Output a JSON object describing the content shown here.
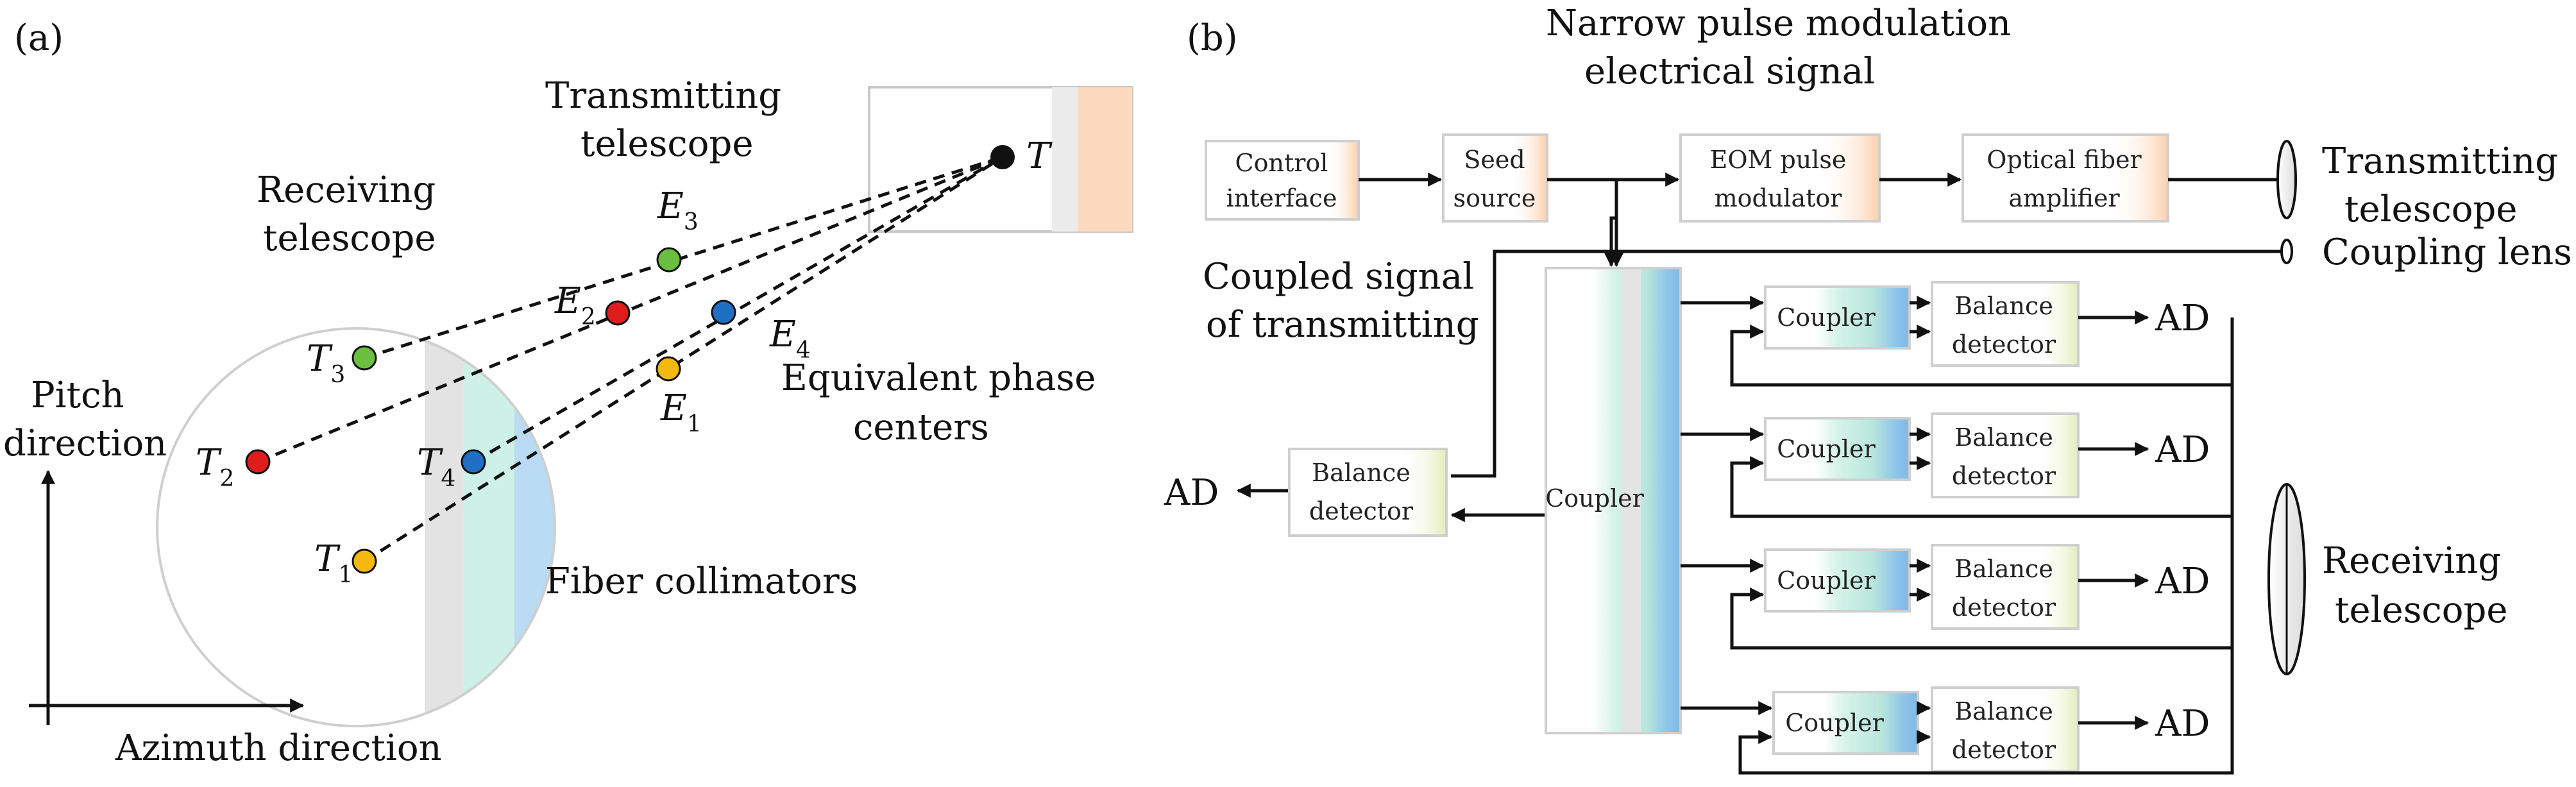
{
  "panel_a": {
    "label": "(a)",
    "transmit_title_1": "Transmitting",
    "transmit_title_2": "telescope",
    "receive_title_1": "Receiving",
    "receive_title_2": "telescope",
    "axis_pitch_1": "Pitch",
    "axis_pitch_2": "direction",
    "axis_azimuth": "Azimuth direction",
    "equivalent_1": "Equivalent phase",
    "equivalent_2": "centers",
    "fiber_collimators": "Fiber collimators",
    "point_T": "T",
    "points": [
      {
        "id": "T1",
        "base": "T",
        "sub": "1",
        "color": "#f5b80f"
      },
      {
        "id": "T2",
        "base": "T",
        "sub": "2",
        "color": "#e01d1d"
      },
      {
        "id": "T3",
        "base": "T",
        "sub": "3",
        "color": "#6bbf3e"
      },
      {
        "id": "T4",
        "base": "T",
        "sub": "4",
        "color": "#1f6fc4"
      },
      {
        "id": "E1",
        "base": "E",
        "sub": "1",
        "color": "#f5b80f"
      },
      {
        "id": "E2",
        "base": "E",
        "sub": "2",
        "color": "#e01d1d"
      },
      {
        "id": "E3",
        "base": "E",
        "sub": "3",
        "color": "#6bbf3e"
      },
      {
        "id": "E4",
        "base": "E",
        "sub": "4",
        "color": "#1f6fc4"
      }
    ]
  },
  "panel_b": {
    "label": "(b)",
    "narrow_1": "Narrow pulse modulation",
    "narrow_2": "electrical signal",
    "control_1": "Control",
    "control_2": "interface",
    "seed_1": "Seed",
    "seed_2": "source",
    "eom_1": "EOM pulse",
    "eom_2": "modulator",
    "amp_1": "Optical fiber",
    "amp_2": "amplifier",
    "tx_tel_1": "Transmitting",
    "tx_tel_2": "telescope",
    "coupling_lens": "Coupling lens",
    "coupled_1": "Coupled signal",
    "coupled_2": "of transmitting",
    "main_coupler": "Coupler",
    "coupler": "Coupler",
    "balance_1": "Balance",
    "balance_2": "detector",
    "ad": "AD",
    "rx_tel_1": "Receiving",
    "rx_tel_2": "telescope"
  },
  "colors": {
    "orange_tint": "#fdd9bd",
    "gray_tint": "#e3e3e3",
    "mint_tint": "#cdf1e6",
    "blue_tint": "#b9dbf3",
    "deep_blue": "#9ccbf0",
    "yellow_tint": "#e8f0c4"
  }
}
